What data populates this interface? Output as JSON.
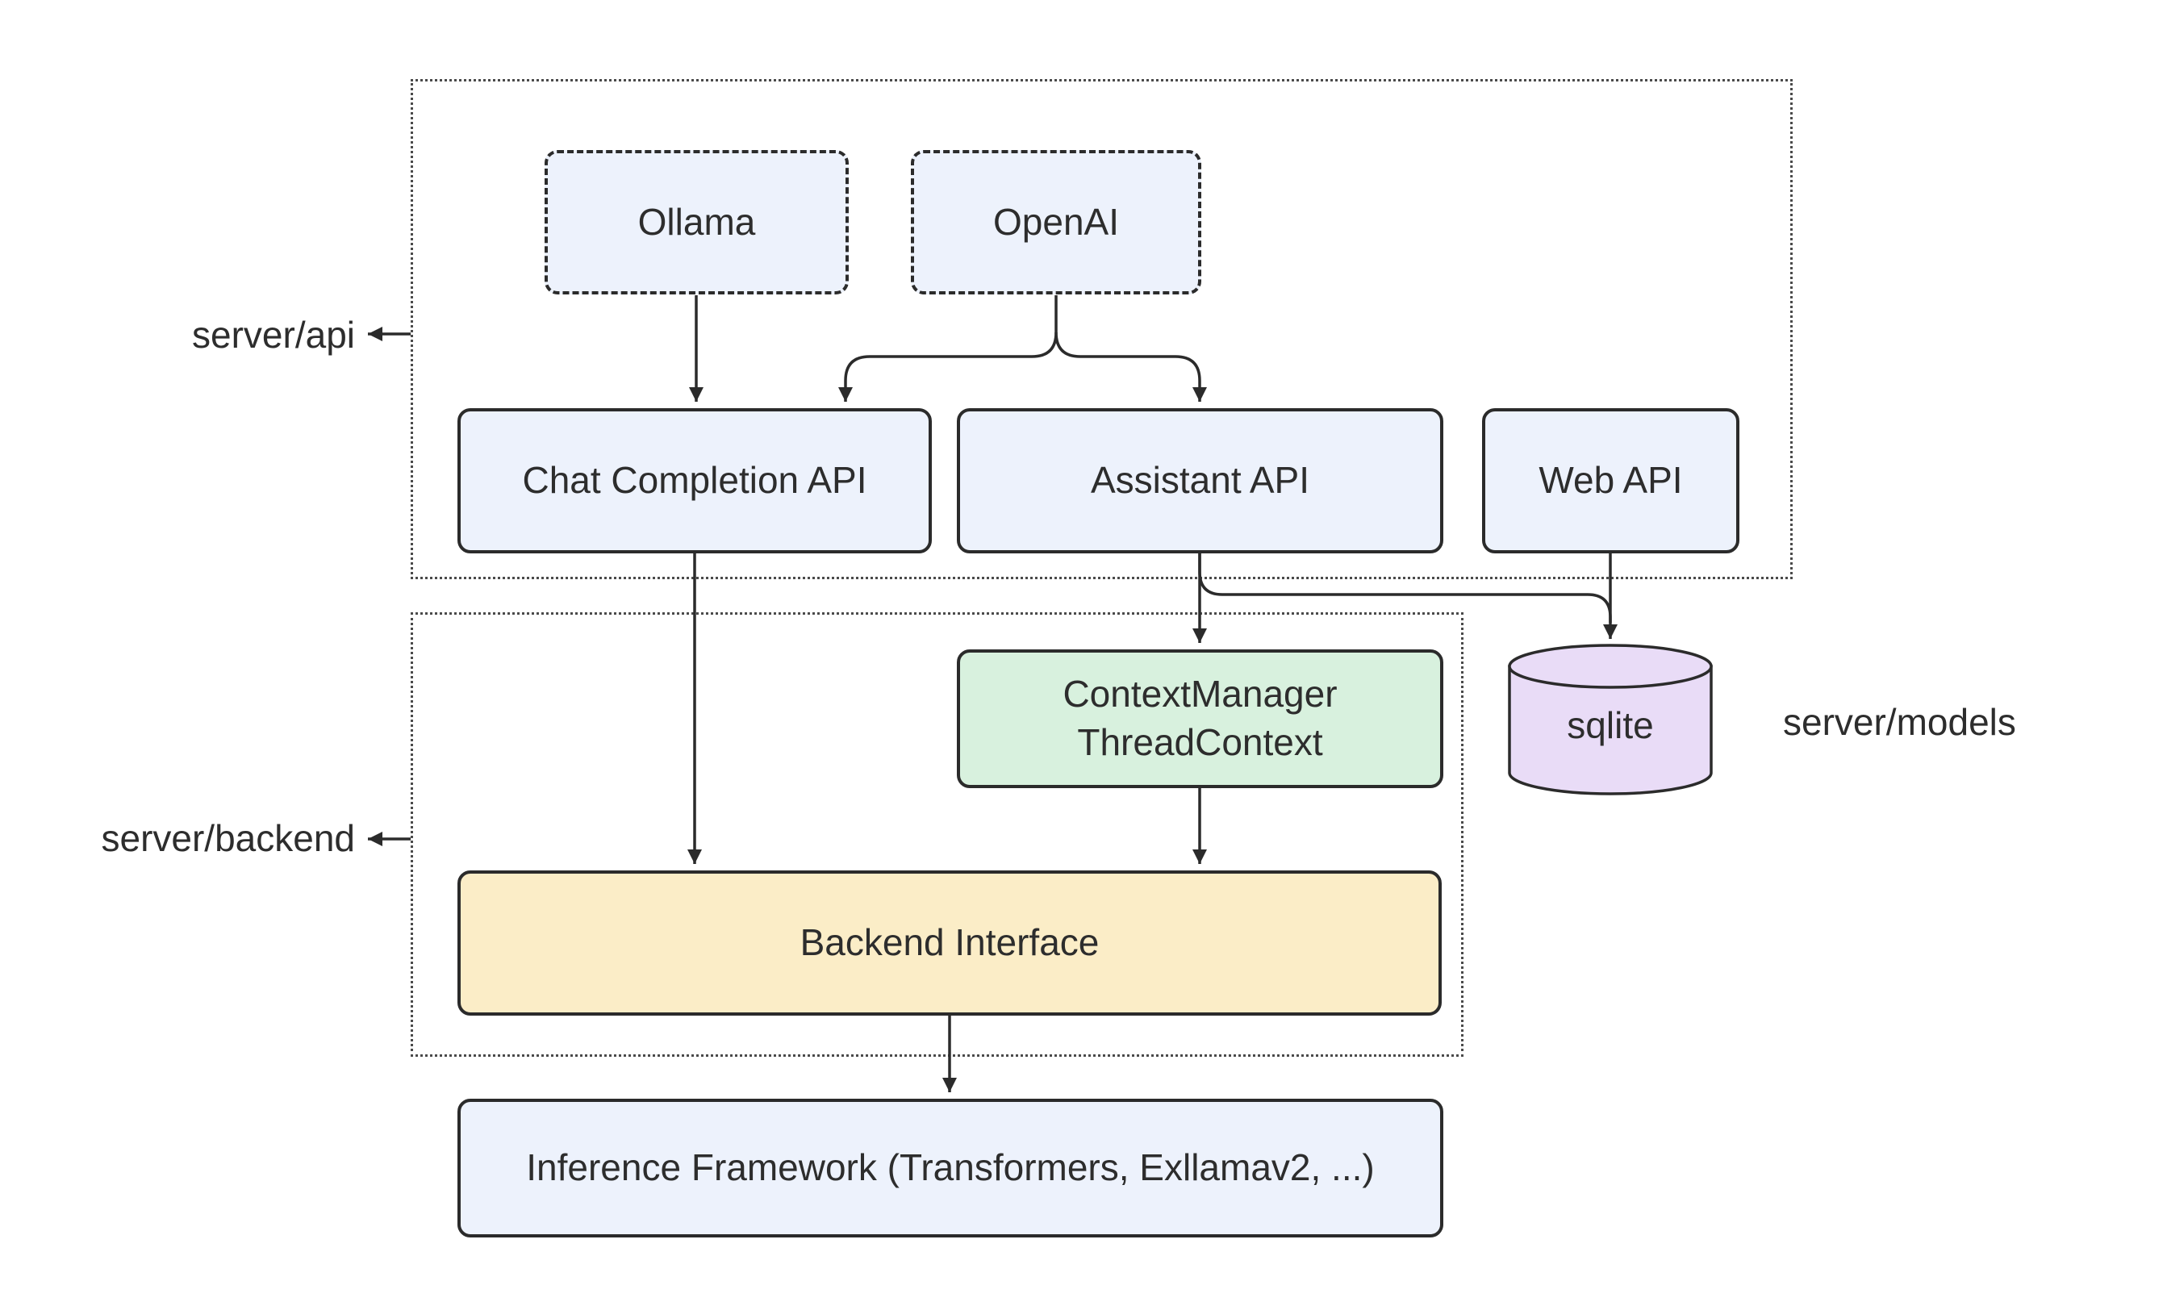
{
  "diagram": {
    "nodes": {
      "ollama": {
        "label": "Ollama"
      },
      "openai": {
        "label": "OpenAI"
      },
      "chat_completion_api": {
        "label": "Chat Completion API"
      },
      "assistant_api": {
        "label": "Assistant API"
      },
      "web_api": {
        "label": "Web API"
      },
      "context_manager": {
        "label_line1": "ContextManager",
        "label_line2": "ThreadContext"
      },
      "sqlite": {
        "label": "sqlite"
      },
      "backend_interface": {
        "label": "Backend Interface"
      },
      "inference_framework": {
        "label": "Inference Framework (Transformers, Exllamav2, ...)"
      }
    },
    "labels": {
      "server_api": "server/api",
      "server_backend": "server/backend",
      "server_models": "server/models"
    },
    "colors": {
      "node_blue": "#edf2fc",
      "node_green": "#d8f1de",
      "node_yellow": "#fbedc7",
      "node_purple": "#e9dcf7",
      "stroke": "#2b2b2b",
      "text": "#2d2d2d",
      "background": "#ffffff"
    }
  }
}
